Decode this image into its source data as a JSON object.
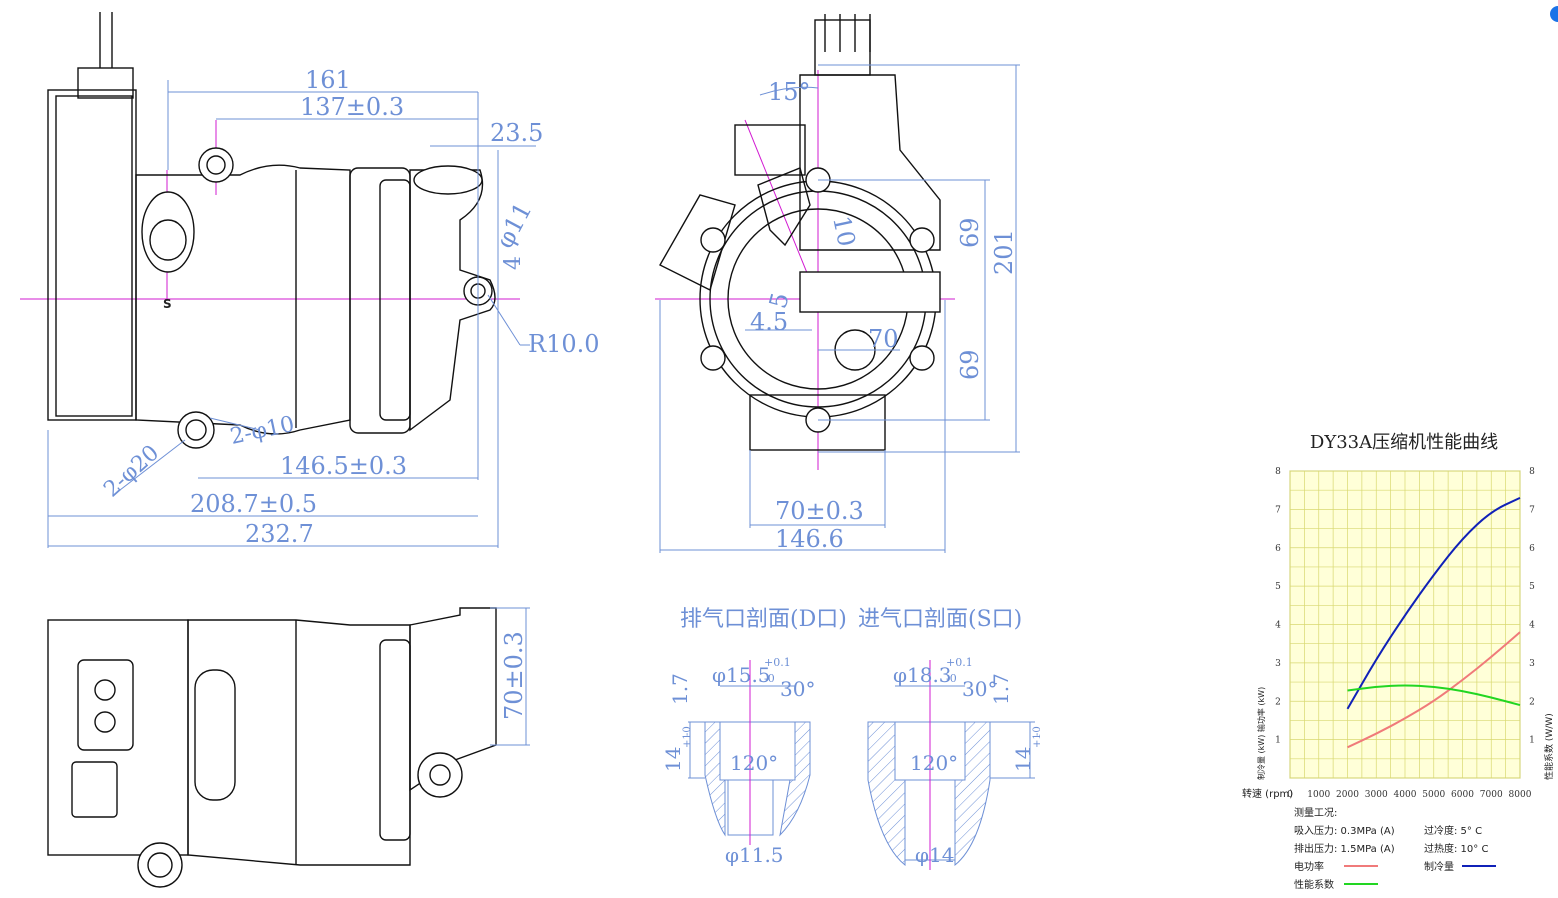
{
  "drawing": {
    "side_view": {
      "dims": {
        "d161": "161",
        "d137": "137±0.3",
        "d23_5": "23.5",
        "phi11": "φ11",
        "d4": "4",
        "r10": "R10.0",
        "holes_phi10": "2-φ10",
        "holes_phi20": "2-φ20",
        "d146_5": "146.5±0.3",
        "d208_7": "208.7±0.5",
        "d232_7": "232.7"
      },
      "port_label": "S"
    },
    "front_view": {
      "dims": {
        "angle15": "15°",
        "d10": "10",
        "d5": "5",
        "d4_5": "4.5",
        "d70": "70",
        "d69_top": "69",
        "d69_bottom": "69",
        "d201": "201",
        "d70_03": "70±0.3",
        "d146_6": "146.6"
      }
    },
    "bottom_view": {
      "dims": {
        "d70_03v": "70±0.3"
      }
    },
    "sections": {
      "discharge": {
        "title": "排气口剖面(D口)",
        "bore": "φ15.5",
        "tol_up": "+0.1",
        "tol_down": "-0",
        "chamfer": "30°",
        "depth": "1.7",
        "len": "14",
        "len_tol_up": "+1",
        "len_tol_down": "-0",
        "drill_angle": "120°",
        "hole": "φ11.5"
      },
      "suction": {
        "title": "进气口剖面(S口)",
        "bore": "φ18.3",
        "tol_up": "+0.1",
        "tol_down": "-0",
        "chamfer": "30°",
        "depth": "1.7",
        "len": "14",
        "len_tol_up": "+1",
        "len_tol_down": "-0",
        "drill_angle": "120°",
        "hole": "φ14"
      }
    }
  },
  "chart_data": {
    "type": "line",
    "title": "DY33A压缩机性能曲线",
    "xlabel": "转速 (rpm)",
    "ylabel_left": "制冷量 (kW)    输功率 (kW)",
    "ylabel_right": "性能系数 (W/W)",
    "x_ticks": [
      "0",
      "1000",
      "2000",
      "3000",
      "4000",
      "5000",
      "6000",
      "7000",
      "8000"
    ],
    "y_ticks": [
      "1",
      "2",
      "3",
      "4",
      "5",
      "6",
      "7",
      "8"
    ],
    "xlim": [
      0,
      8000
    ],
    "ylim": [
      0,
      8
    ],
    "grid": true,
    "series": [
      {
        "name": "电功率",
        "color": "#f07a7a",
        "x": [
          2000,
          3000,
          4000,
          5000,
          6000,
          7000,
          8000
        ],
        "y": [
          0.8,
          1.15,
          1.55,
          2.0,
          2.55,
          3.15,
          3.8
        ]
      },
      {
        "name": "制冷量",
        "color": "#1021b8",
        "x": [
          2000,
          3000,
          4000,
          5000,
          6000,
          7000,
          8000
        ],
        "y": [
          1.8,
          3.1,
          4.25,
          5.3,
          6.25,
          6.95,
          7.3
        ]
      },
      {
        "name": "性能系数",
        "color": "#22d622",
        "x": [
          2000,
          3000,
          4000,
          5000,
          6000,
          7000,
          8000
        ],
        "y": [
          2.28,
          2.38,
          2.42,
          2.38,
          2.27,
          2.1,
          1.9
        ]
      }
    ],
    "conditions": {
      "heading": "测量工况:",
      "suction_pressure": "吸入压力: 0.3MPa (A)",
      "discharge_pressure": "排出压力: 1.5MPa (A)",
      "subcooling": "过冷度: 5° C",
      "superheat": "过热度: 10° C"
    },
    "legend": {
      "power": "电功率",
      "capacity": "制冷量",
      "cop": "性能系数"
    }
  }
}
